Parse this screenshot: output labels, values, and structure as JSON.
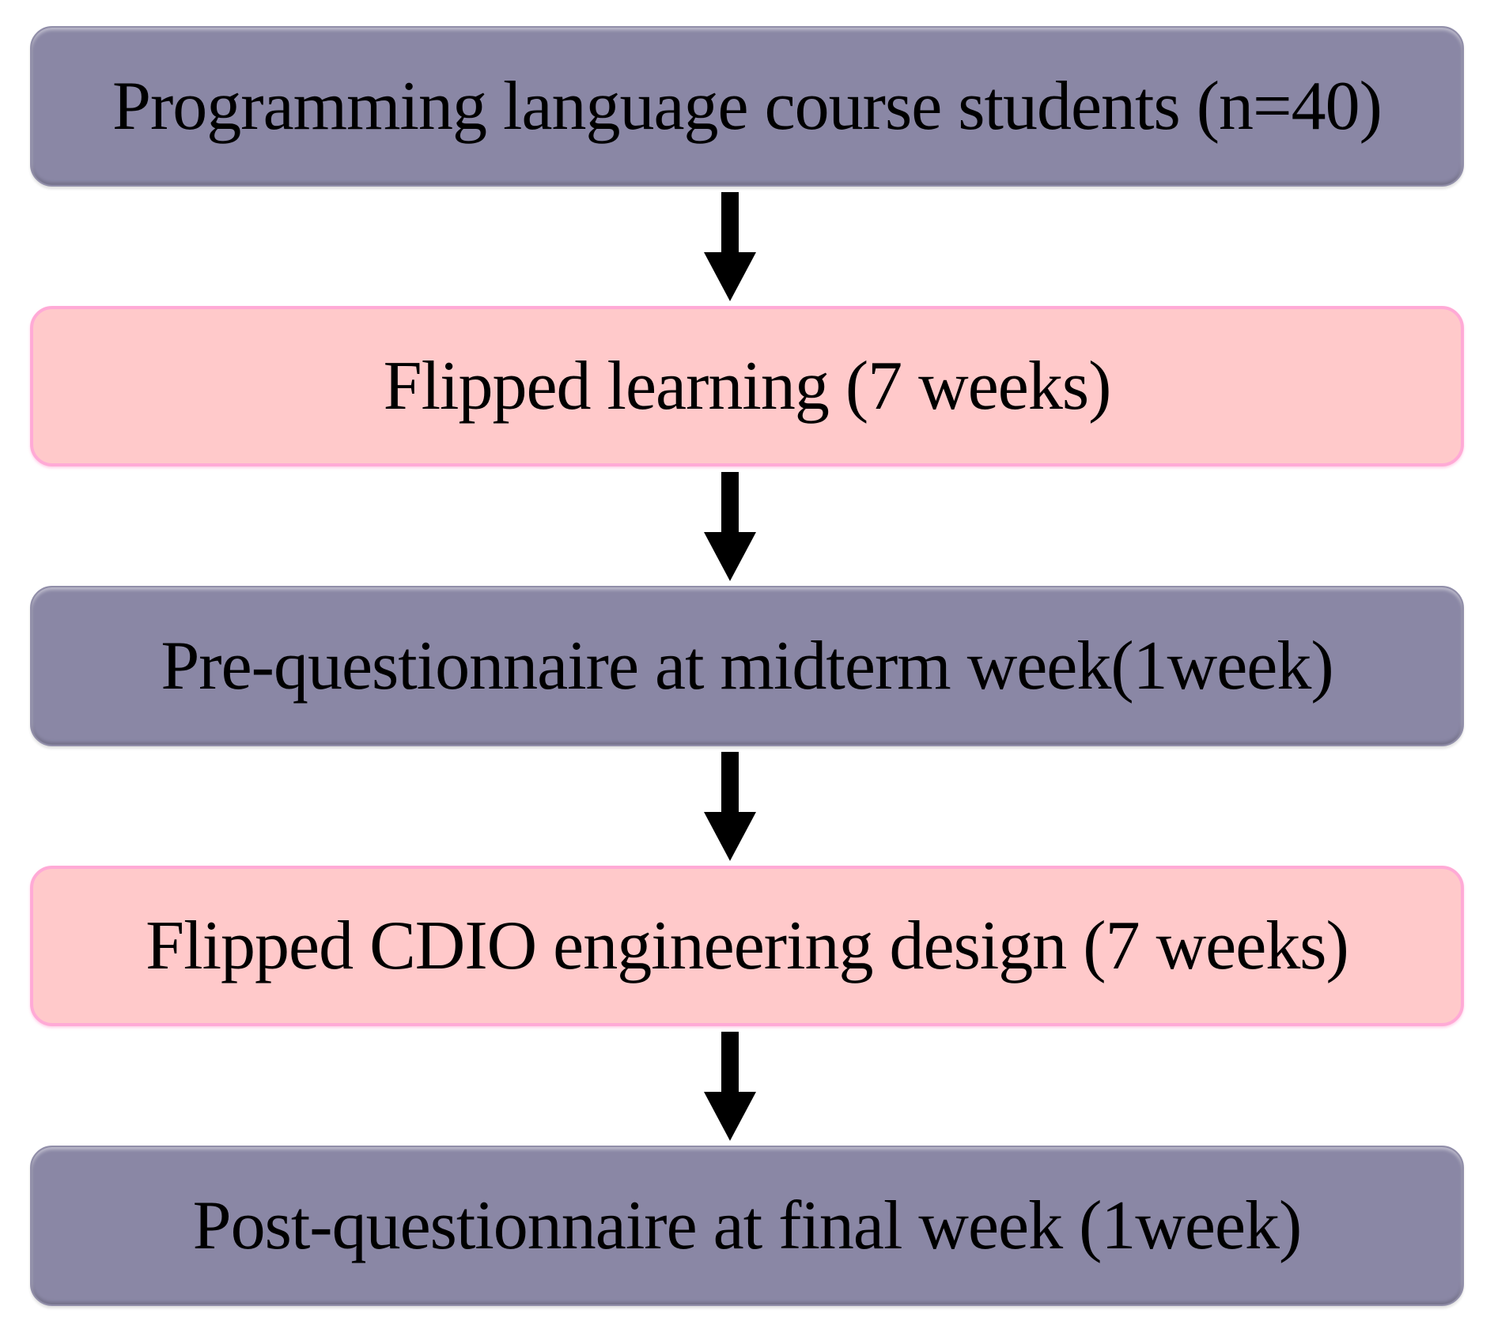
{
  "figure": {
    "type": "flowchart",
    "direction": "top-to-bottom",
    "connector_style": "black-down-arrow",
    "background": "#ffffff",
    "colors": {
      "purple_box_fill": "#8a87a5",
      "pink_box_fill": "#ffc9ca",
      "pink_box_border": "#ffaad6",
      "arrow": "#000000",
      "text": "#000000"
    }
  },
  "steps": [
    {
      "label": "Programming language course students (n=40)",
      "style": "purple"
    },
    {
      "label": "Flipped learning (7 weeks)",
      "style": "pink"
    },
    {
      "label": "Pre-questionnaire at midterm week(1week)",
      "style": "purple"
    },
    {
      "label": "Flipped CDIO engineering design (7 weeks)",
      "style": "pink"
    },
    {
      "label": "Post-questionnaire at final week (1week)",
      "style": "purple"
    }
  ]
}
